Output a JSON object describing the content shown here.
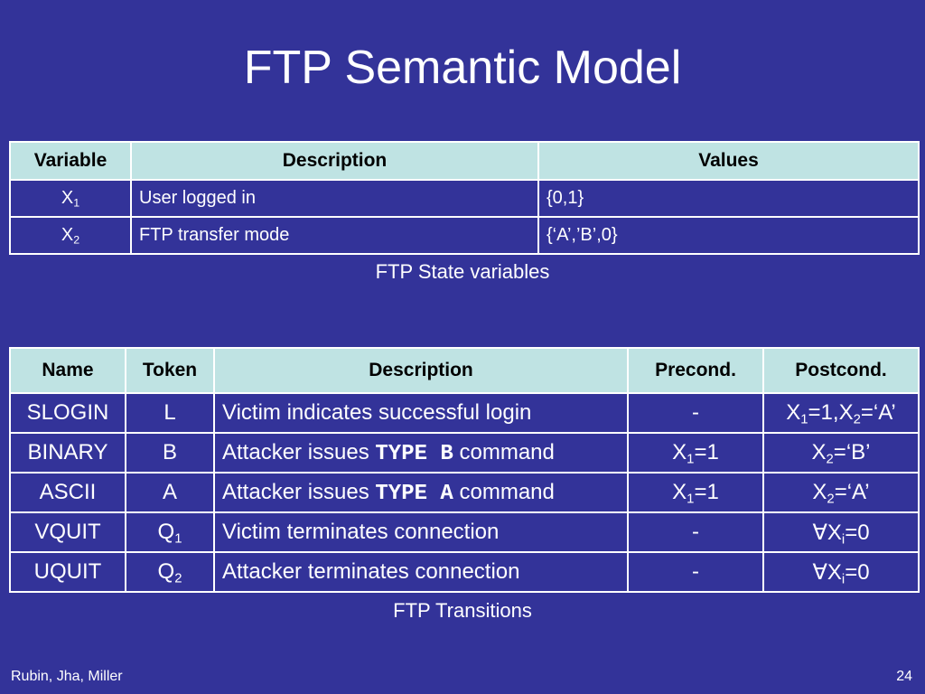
{
  "title": "FTP Semantic Model",
  "state_table": {
    "headers": [
      "Variable",
      "Description",
      "Values"
    ],
    "rows": [
      {
        "var": "X",
        "var_sub": "1",
        "description": "User logged in",
        "values": "{0,1}"
      },
      {
        "var": "X",
        "var_sub": "2",
        "description": "FTP transfer mode",
        "values": "{‘A’,’B’,0}"
      }
    ],
    "caption": "FTP State variables"
  },
  "transitions_table": {
    "headers": [
      "Name",
      "Token",
      "Description",
      "Precond.",
      "Postcond."
    ],
    "rows": [
      {
        "name": "SLOGIN",
        "token": "L",
        "token_sub": "",
        "desc_pre": "Victim indicates successful login",
        "desc_cmd": "",
        "desc_post": "",
        "precond": "-",
        "postcond": "X1=1,X2=‘A’"
      },
      {
        "name": "BINARY",
        "token": "B",
        "token_sub": "",
        "desc_pre": "Attacker issues ",
        "desc_cmd": "TYPE B",
        "desc_post": " command",
        "precond": "X1=1",
        "postcond": "X2=‘B’"
      },
      {
        "name": "ASCII",
        "token": "A",
        "token_sub": "",
        "desc_pre": "Attacker issues ",
        "desc_cmd": "TYPE A",
        "desc_post": " command",
        "precond": "X1=1",
        "postcond": "X2=‘A’"
      },
      {
        "name": "VQUIT",
        "token": "Q",
        "token_sub": "1",
        "desc_pre": "Victim terminates connection",
        "desc_cmd": "",
        "desc_post": "",
        "precond": "-",
        "postcond": "∀Xi=0"
      },
      {
        "name": "UQUIT",
        "token": "Q",
        "token_sub": "2",
        "desc_pre": "Attacker terminates connection",
        "desc_cmd": "",
        "desc_post": "",
        "precond": "-",
        "postcond": "∀Xi=0"
      }
    ],
    "caption": "FTP Transitions"
  },
  "footer": {
    "authors": "Rubin, Jha, Miller",
    "page_number": "24"
  },
  "colors": {
    "background": "#333399",
    "header_fill": "#bfe3e3"
  }
}
